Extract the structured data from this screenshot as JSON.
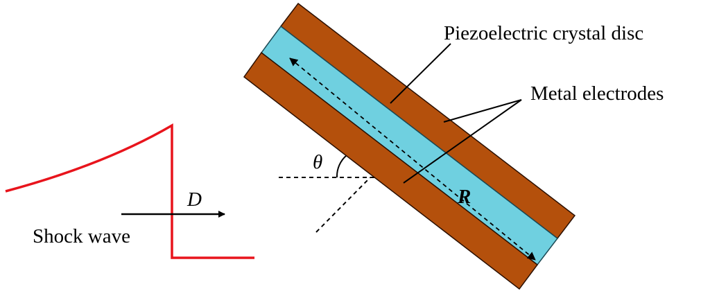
{
  "labels": {
    "crystal": "Piezoelectric crystal disc",
    "electrodes": "Metal electrodes",
    "theta": "θ",
    "radius": "R",
    "velocity": "D",
    "shock": "Shock wave"
  },
  "colors": {
    "electrode": "#b4500c",
    "crystal": "#6fd0e0",
    "shock": "#e8141c",
    "ink": "#000000"
  },
  "icons": {
    "velocity_arrow": "right-arrow-icon",
    "radius_arrow": "double-headed-arrow-icon"
  }
}
